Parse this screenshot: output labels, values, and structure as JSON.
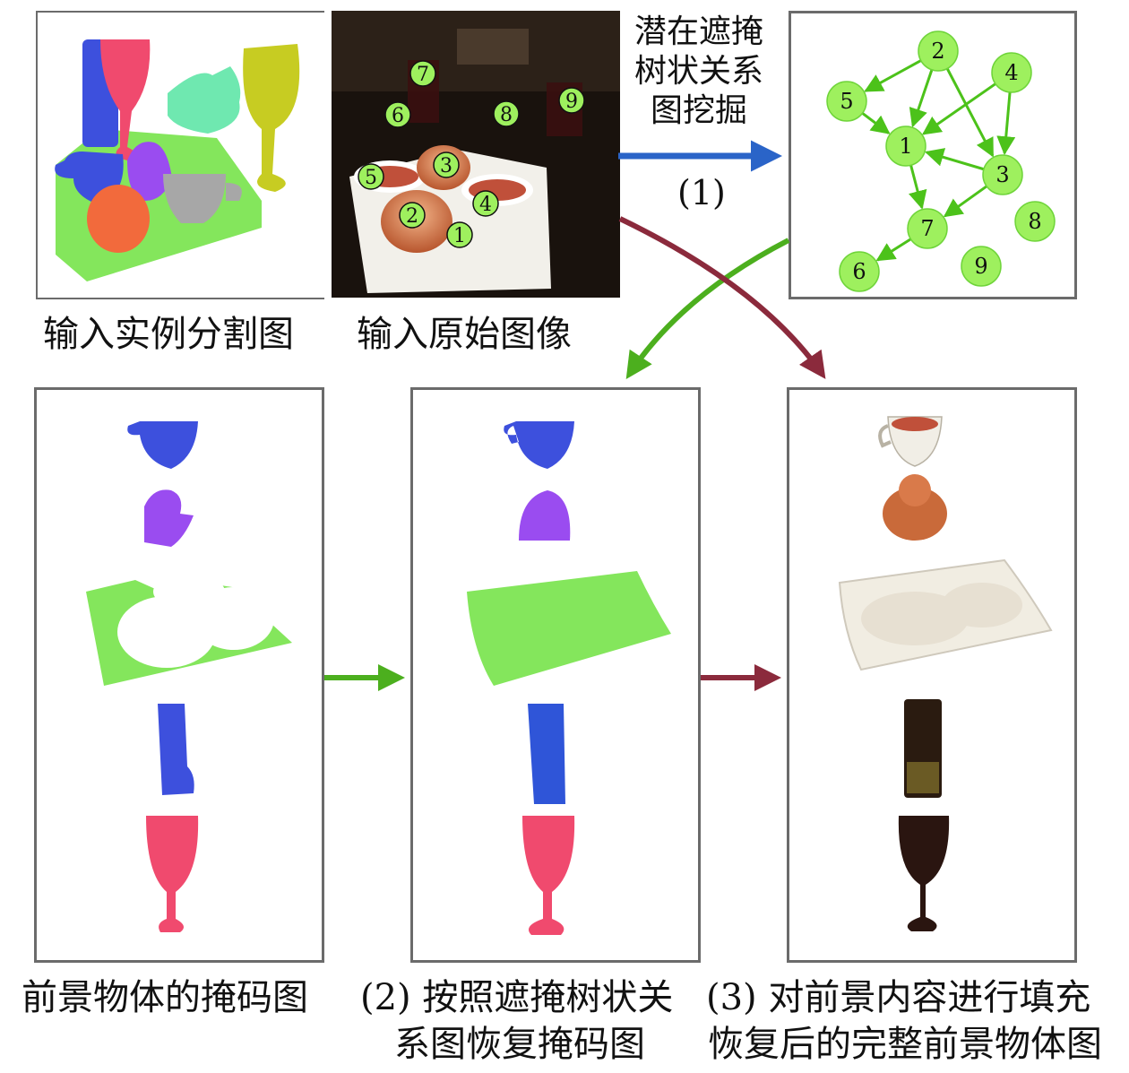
{
  "top": {
    "instance_caption": "输入实例分割图",
    "original_caption": "输入原始图像",
    "step1_label_lines": [
      "潜在遮掩",
      "树状关系",
      "图挖掘"
    ],
    "step1_number": "(1)",
    "photo_markers": [
      "7",
      "6",
      "8",
      "9",
      "5",
      "3",
      "2",
      "4",
      "1"
    ]
  },
  "graph": {
    "nodes": [
      "1",
      "2",
      "3",
      "4",
      "5",
      "6",
      "7",
      "8",
      "9"
    ],
    "edges": [
      [
        "2",
        "5"
      ],
      [
        "2",
        "1"
      ],
      [
        "2",
        "3"
      ],
      [
        "4",
        "1"
      ],
      [
        "4",
        "3"
      ],
      [
        "5",
        "1"
      ],
      [
        "3",
        "1"
      ],
      [
        "3",
        "7"
      ],
      [
        "1",
        "7"
      ],
      [
        "7",
        "6"
      ]
    ],
    "node_color": "#9ef05e",
    "edge_color": "#4cc21a"
  },
  "bottom": {
    "caption_left": "前景物体的掩码图",
    "caption_mid_lines": [
      "(2) 按照遮掩树状关",
      "系图恢复掩码图"
    ],
    "caption_right_lines": [
      "(3) 对前景内容进行填充",
      "恢复后的完整前景物体图"
    ]
  },
  "colors": {
    "blue_arrow": "#2a64c8",
    "green_arrow": "#4caf1e",
    "red_arrow": "#8b2a3c",
    "cup_blue": "#3d50dd",
    "purple": "#9a4cf0",
    "tray_green": "#84e65c",
    "glass_blue": "#2f55d8",
    "glass_pink": "#f04a6e",
    "panel_border": "#6b6b6b"
  }
}
